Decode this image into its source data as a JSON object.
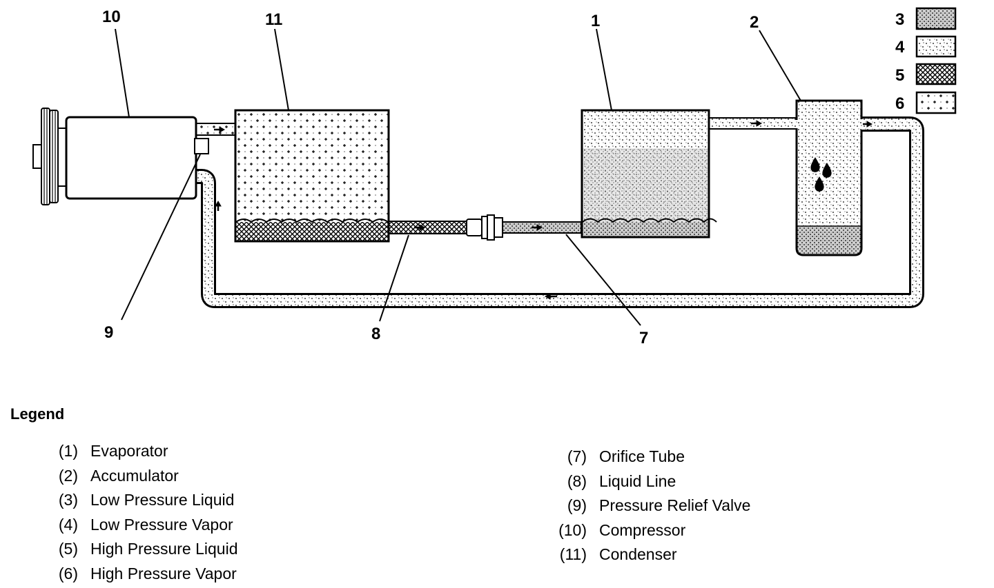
{
  "callouts": {
    "evaporator": "1",
    "accumulator": "2",
    "key_low_pressure_liquid": "3",
    "key_low_pressure_vapor": "4",
    "key_high_pressure_liquid": "5",
    "key_high_pressure_vapor": "6",
    "orifice_tube": "7",
    "liquid_line": "8",
    "pressure_relief_valve": "9",
    "compressor": "10",
    "condenser": "11"
  },
  "legend": {
    "title": "Legend",
    "column_1": [
      {
        "num": "(1)",
        "label": "Evaporator"
      },
      {
        "num": "(2)",
        "label": "Accumulator"
      },
      {
        "num": "(3)",
        "label": "Low Pressure Liquid"
      },
      {
        "num": "(4)",
        "label": "Low Pressure Vapor"
      },
      {
        "num": "(5)",
        "label": "High Pressure Liquid"
      },
      {
        "num": "(6)",
        "label": "High Pressure Vapor"
      }
    ],
    "column_2": [
      {
        "num": "(7)",
        "label": "Orifice Tube"
      },
      {
        "num": "(8)",
        "label": "Liquid Line"
      },
      {
        "num": "(9)",
        "label": "Pressure Relief Valve"
      },
      {
        "num": "(10)",
        "label": "Compressor"
      },
      {
        "num": "(11)",
        "label": "Condenser"
      }
    ]
  }
}
